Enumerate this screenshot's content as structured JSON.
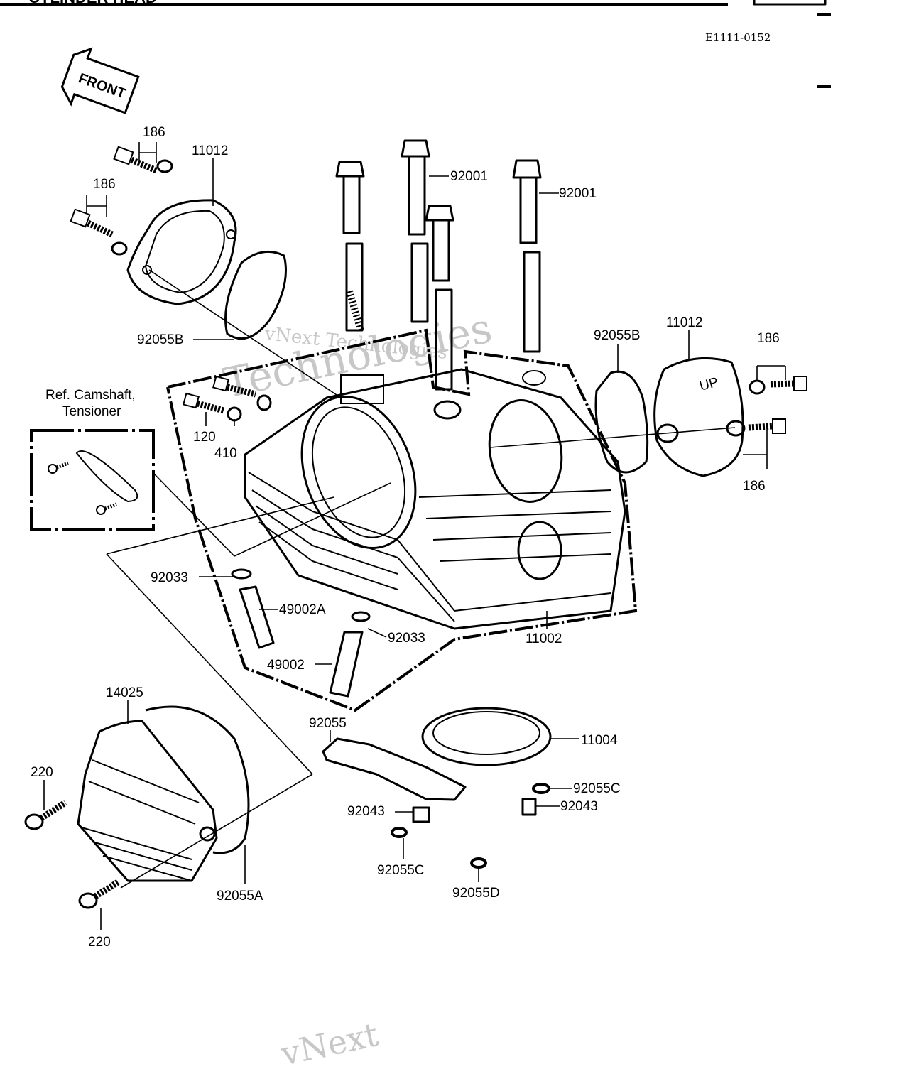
{
  "header": {
    "title_fragment": "CYLINDER HEAD",
    "diagram_code": "E1111-0152"
  },
  "front_marker": "FRONT",
  "reference_note": {
    "line1": "Ref. Camshaft,",
    "line2": "Tensioner"
  },
  "parts": {
    "p186_a": "186",
    "p186_b": "186",
    "p11012_left": "11012",
    "p92001_a": "92001",
    "p92001_b": "92001",
    "p92055B_left": "92055B",
    "p92055B_right": "92055B",
    "p11012_right": "11012",
    "p186_c": "186",
    "p186_d": "186",
    "p120": "120",
    "p410": "410",
    "p92033_a": "92033",
    "p49002A": "49002A",
    "p92033_b": "92033",
    "p49002": "49002",
    "p11002": "11002",
    "p14025": "14025",
    "p92055": "92055",
    "p11004": "11004",
    "p220_a": "220",
    "p220_b": "220",
    "p92055C_right": "92055C",
    "p92043_left": "92043",
    "p92043_right": "92043",
    "p92055C_bottom": "92055C",
    "p92055D": "92055D",
    "p92055A": "92055A"
  },
  "watermarks": [
    "vNext Technologies",
    "Technologies",
    "vNext"
  ],
  "colors": {
    "line": "#000000",
    "background": "#ffffff",
    "watermark": "#9a9a9a"
  }
}
